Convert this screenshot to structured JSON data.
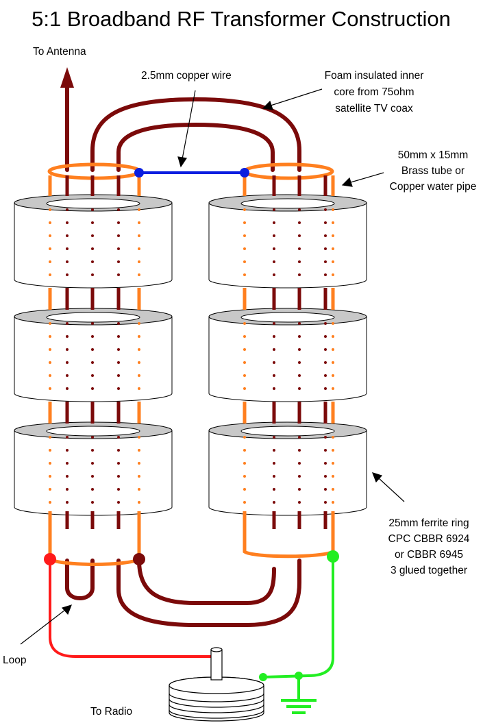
{
  "title": "5:1 Broadband RF Transformer Construction",
  "labels": {
    "to_antenna": "To Antenna",
    "copper_wire": "2.5mm copper wire",
    "foam_core": [
      "Foam insulated inner",
      "core from 75ohm",
      "satellite TV coax"
    ],
    "brass_tube": [
      "50mm x 15mm",
      "Brass tube or",
      "Copper water pipe"
    ],
    "ferrite_ring": [
      "25mm ferrite ring",
      "CPC CBBR 6924",
      "or CBBR 6945",
      "3 glued together"
    ],
    "loop": "Loop",
    "to_radio": "To Radio"
  },
  "colors": {
    "coax_core": "#7b0a0a",
    "brass_tube": "#ff7f1f",
    "copper_wire": "#0a1ee0",
    "radio_lead": "#ff1a1a",
    "ground_lead": "#22ee22",
    "ferrite_top": "#c8c8c8"
  }
}
